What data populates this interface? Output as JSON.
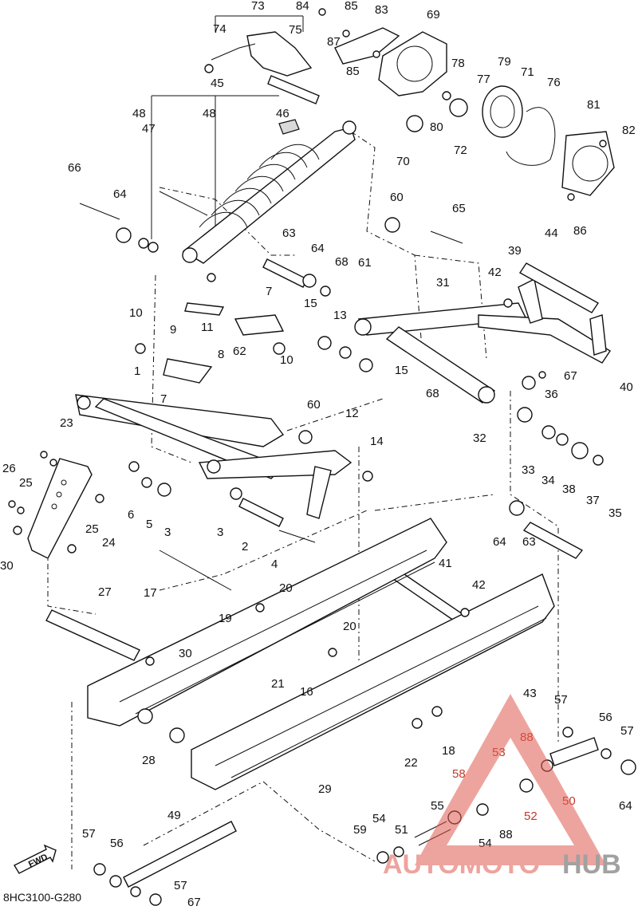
{
  "diagram_code": "8HC3100-G280",
  "fwd_label": "FWD",
  "watermark": {
    "brand_part1": "AUTOMOTO",
    "brand_part2": "HUB",
    "color_red": "#e05a4f",
    "color_dark": "#555555"
  },
  "callouts": [
    "1",
    "2",
    "3",
    "3",
    "4",
    "5",
    "6",
    "7",
    "7",
    "8",
    "9",
    "10",
    "10",
    "11",
    "12",
    "13",
    "14",
    "15",
    "15",
    "16",
    "17",
    "18",
    "19",
    "20",
    "20",
    "21",
    "22",
    "23",
    "24",
    "25",
    "25",
    "26",
    "27",
    "28",
    "29",
    "30",
    "30",
    "31",
    "32",
    "33",
    "34",
    "35",
    "36",
    "37",
    "38",
    "39",
    "40",
    "41",
    "42",
    "42",
    "43",
    "44",
    "45",
    "46",
    "47",
    "48",
    "48",
    "49",
    "50",
    "51",
    "52",
    "53",
    "54",
    "54",
    "55",
    "56",
    "56",
    "57",
    "57",
    "57",
    "57",
    "58",
    "59",
    "60",
    "60",
    "61",
    "62",
    "63",
    "63",
    "64",
    "64",
    "64",
    "64",
    "65",
    "66",
    "67",
    "67",
    "68",
    "68",
    "69",
    "70",
    "71",
    "72",
    "73",
    "74",
    "75",
    "76",
    "77",
    "78",
    "79",
    "80",
    "81",
    "82",
    "83",
    "84",
    "85",
    "85",
    "86",
    "87",
    "88",
    "88"
  ]
}
